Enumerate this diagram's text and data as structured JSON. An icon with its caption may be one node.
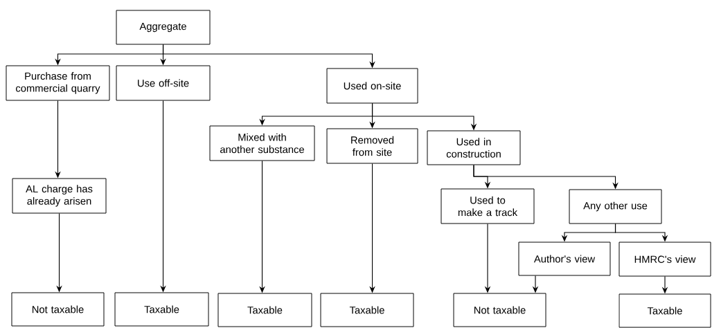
{
  "diagram": {
    "nodes": [
      {
        "text": [
          "Aggregate"
        ]
      },
      {
        "text": [
          "Purchase from commercial quarry"
        ]
      },
      {
        "text": [
          "Use off-site"
        ]
      },
      {
        "text": [
          "Used on-site"
        ]
      },
      {
        "text": [
          "Mixed with another substance"
        ]
      },
      {
        "text": [
          "Removed from site"
        ]
      },
      {
        "text": [
          "Used in construction"
        ]
      },
      {
        "text": [
          "AL charge has already arisen"
        ]
      },
      {
        "text": [
          "Used to make a track"
        ]
      },
      {
        "text": [
          "Any other use"
        ]
      },
      {
        "text": [
          "Author's view"
        ]
      },
      {
        "text": [
          "HMRC's view"
        ]
      },
      {
        "text": [
          "Not taxable"
        ]
      },
      {
        "text": [
          "Taxable"
        ]
      },
      {
        "text": [
          "Taxable"
        ]
      },
      {
        "text": [
          "Taxable"
        ]
      },
      {
        "text": [
          "Not taxable"
        ]
      },
      {
        "text": [
          "Taxable"
        ]
      }
    ],
    "edges": [
      {
        "from": 0,
        "to": 1,
        "arrow": "to"
      },
      {
        "from": 0,
        "to": 2,
        "arrow": "to"
      },
      {
        "from": 0,
        "to": 3,
        "arrow": "to"
      },
      {
        "from": 1,
        "to": 7,
        "arrow": "to"
      },
      {
        "from": 7,
        "to": 12,
        "arrow": "to"
      },
      {
        "from": 2,
        "to": 13,
        "arrow": "to"
      },
      {
        "from": 3,
        "to": 4,
        "arrow": "to"
      },
      {
        "from": 3,
        "to": 5,
        "arrow": "to"
      },
      {
        "from": 3,
        "to": 6,
        "arrow": "to"
      },
      {
        "from": 4,
        "to": 14,
        "arrow": "to"
      },
      {
        "from": 5,
        "to": 15,
        "arrow": "to"
      },
      {
        "from": 6,
        "to": 8,
        "arrow": "to"
      },
      {
        "from": 6,
        "to": 9,
        "arrow": "to"
      },
      {
        "from": 8,
        "to": 16,
        "arrow": "to"
      },
      {
        "from": 9,
        "to": 10,
        "arrow": "to"
      },
      {
        "from": 9,
        "to": 11,
        "arrow": "to"
      },
      {
        "from": 10,
        "to": 16,
        "arrow": "to"
      },
      {
        "from": 11,
        "to": 17,
        "arrow": "to"
      }
    ]
  }
}
